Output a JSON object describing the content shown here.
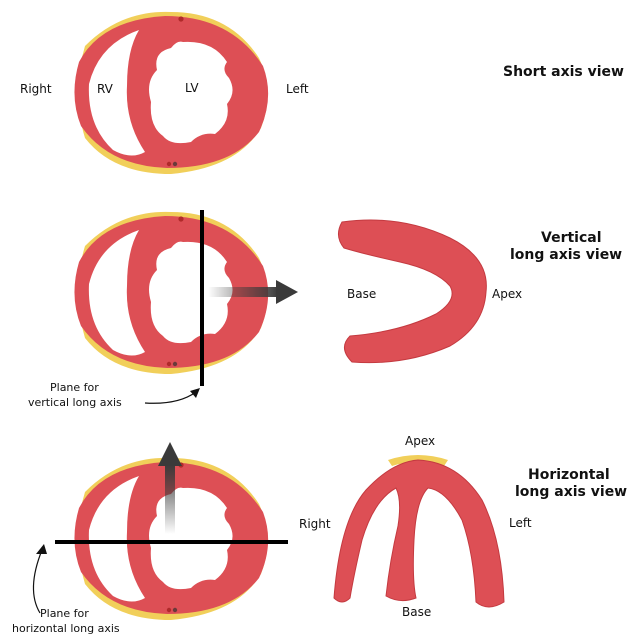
{
  "colors": {
    "myocardium": "#dd4f55",
    "myocardium_edge": "#c43a40",
    "fat": "#f1cf5a",
    "cavity": "#ffffff",
    "line": "#000000",
    "arrow": "#3a3a3a"
  },
  "short_axis": {
    "title": "Short axis view",
    "label_right": "Right",
    "label_rv": "RV",
    "label_lv": "LV",
    "label_left": "Left"
  },
  "vertical": {
    "title_line1": "Vertical",
    "title_line2": "long axis view",
    "label_base": "Base",
    "label_apex": "Apex",
    "plane_line1": "Plane for",
    "plane_line2": "vertical long axis"
  },
  "horizontal": {
    "title_line1": "Horizontal",
    "title_line2": "long axis view",
    "label_apex": "Apex",
    "label_right": "Right",
    "label_left": "Left",
    "label_base": "Base",
    "plane_line1": "Plane for",
    "plane_line2": "horizontal long axis"
  }
}
